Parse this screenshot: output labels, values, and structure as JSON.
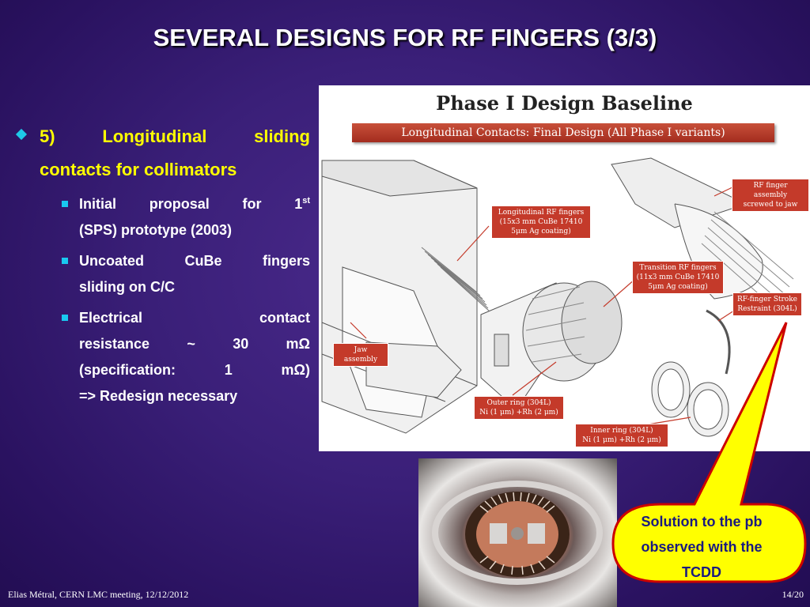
{
  "slide": {
    "title": "SEVERAL DESIGNS FOR RF FINGERS (3/3)"
  },
  "bullet_main": {
    "line1_words": [
      "5)",
      "Longitudinal",
      "sliding"
    ],
    "line2": "contacts for collimators"
  },
  "sub_bullets": {
    "b1_line1_words": [
      "Initial",
      "proposal",
      "for"
    ],
    "b1_line1_num": "1",
    "b1_line1_sup": "st",
    "b1_line2": "(SPS) prototype (2003)",
    "b2_line1_words": [
      "Uncoated",
      "CuBe",
      "fingers"
    ],
    "b2_line2": "sliding on C/C",
    "b3_line1_words": [
      "Electrical",
      "contact"
    ],
    "b3_line2_words": [
      "resistance",
      "~",
      "30",
      "mΩ"
    ],
    "b3_line3_words": [
      "(specification:",
      "1",
      "mΩ)"
    ],
    "b3_line4": "=> Redesign necessary"
  },
  "diagram": {
    "title": "Phase I Design Baseline",
    "banner": "Longitudinal Contacts: Final Design (All Phase I variants)",
    "callouts": {
      "rf_assembly": [
        "RF finger assembly",
        "screwed to jaw"
      ],
      "longitudinal": [
        "Longitudinal RF fingers",
        "(15x3 mm CuBe 17410",
        "5μm Ag coating)"
      ],
      "transition": [
        "Transition RF fingers",
        "(11x3 mm CuBe 17410",
        "5μm Ag coating)"
      ],
      "stroke": [
        "RF-finger Stroke",
        "Restraint (304L)"
      ],
      "jaw": [
        "Jaw assembly"
      ],
      "outer": [
        "Outer ring (304L)",
        "Ni (1 μm) +Rh (2 μm)"
      ],
      "inner": [
        "Inner ring (304L)",
        "Ni (1 μm) +Rh (2 μm)"
      ]
    }
  },
  "bubble": {
    "line1": "Solution to the pb",
    "line2": "observed with the",
    "line3": "TCDD"
  },
  "footer": {
    "left": "Elias Métral, CERN LMC meeting, 12/12/2012",
    "right": "14/20"
  },
  "colors": {
    "background": "#3a1f78",
    "bullet_yellow": "#ffff00",
    "bullet_marker": "#1ec8e8",
    "callout_red": "#c43a2a",
    "bubble_fill": "#ffff00",
    "bubble_stroke": "#cc0000"
  }
}
